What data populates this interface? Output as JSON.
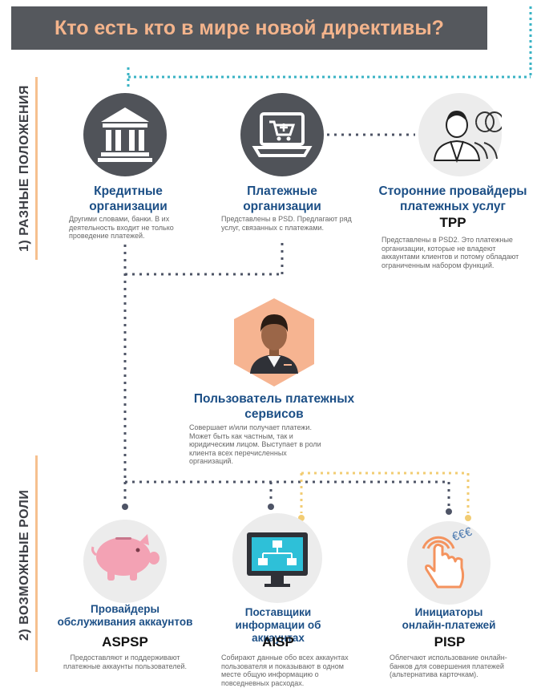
{
  "header": {
    "title": "Кто есть кто в мире новой директивы?"
  },
  "sections": {
    "positions": "1) РАЗНЫЕ ПОЛОЖЕНИЯ",
    "roles": "2) ВОЗМОЖНЫЕ РОЛИ"
  },
  "entities": {
    "credit": {
      "title": "Кредитные организации",
      "desc": "Другими словами, банки. В их деятельность входит не только проведение платежей.",
      "icon": "bank-icon"
    },
    "payment": {
      "title": "Платежные организации",
      "desc": "Представлены в PSD. Предлагают ряд услуг, связанных с платежами.",
      "icon": "laptop-cart-icon"
    },
    "tpp": {
      "title": "Сторонние провайдеры платежных услуг",
      "abbr": "TPP",
      "desc": "Представлены в PSD2. Это платежные организации, которые не владеют аккаунтами клиентов и потому обладают ограниченным набором функций.",
      "icon": "people-group-icon"
    },
    "user": {
      "title": "Пользователь платежных сервисов",
      "desc": "Совершает и/или получает платежи. Может быть как частным, так и юридическим лицом. Выступает в роли клиента всех перечисленных организаций.",
      "icon": "person-avatar-icon"
    }
  },
  "roles": {
    "aspsp": {
      "title": "Провайдеры обслуживания аккаунтов",
      "abbr": "ASPSP",
      "desc": "Предоставляют и поддерживают платежные аккаунты пользователей.",
      "icon": "piggy-bank-icon"
    },
    "aisp": {
      "title": "Поставщики информации об аккаунтах",
      "abbr": "AISP",
      "desc": "Собирают данные обо всех аккаунтах пользователя и показывают в одном месте общую информацию о повседневных расходах.",
      "icon": "monitor-diagram-icon"
    },
    "pisp": {
      "title": "Инициаторы онлайн-платежей",
      "abbr": "PISP",
      "desc": "Облегчают использование онлайн-банков для совершения платежей (альтернатива карточкам).",
      "icon": "hand-tap-euro-icon",
      "euro": "€€€"
    }
  },
  "colors": {
    "header_bg": "#55585d",
    "header_text": "#f4b48c",
    "title_blue": "#1c4f86",
    "teal_dots": "#3ab3c4",
    "dark_dots": "#4e5466",
    "yellow_dots": "#f2cc73",
    "peach": "#f6b491",
    "pink": "#f3a2b4"
  }
}
